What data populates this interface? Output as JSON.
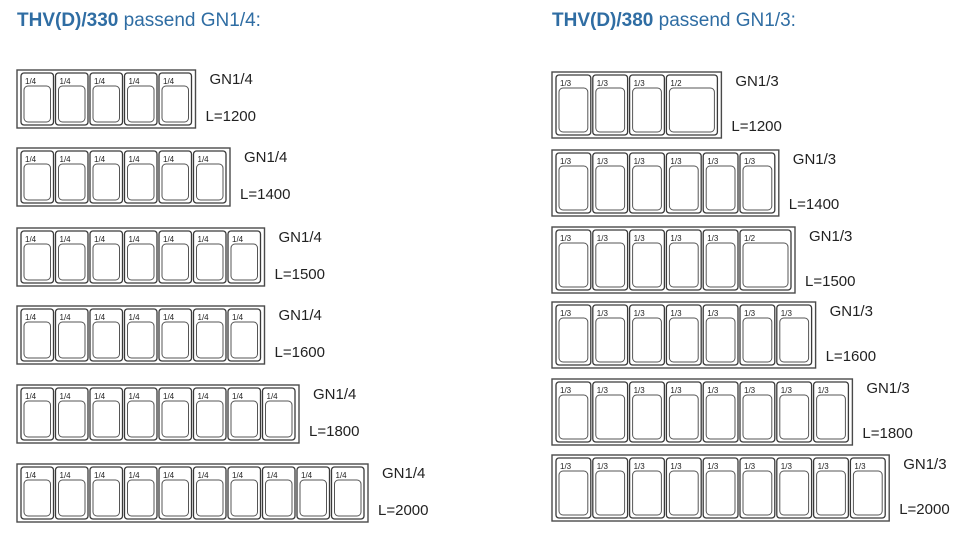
{
  "columns": [
    {
      "heading_model": "THV(D)/330",
      "heading_rest": " passend GN1/4:",
      "rows": [
        {
          "pans": [
            "1/4",
            "1/4",
            "1/4",
            "1/4",
            "1/4"
          ],
          "size_label": "GN1/4",
          "length_label": "L=1200"
        },
        {
          "pans": [
            "1/4",
            "1/4",
            "1/4",
            "1/4",
            "1/4",
            "1/4"
          ],
          "size_label": "GN1/4",
          "length_label": "L=1400"
        },
        {
          "pans": [
            "1/4",
            "1/4",
            "1/4",
            "1/4",
            "1/4",
            "1/4",
            "1/4"
          ],
          "size_label": "GN1/4",
          "length_label": "L=1500"
        },
        {
          "pans": [
            "1/4",
            "1/4",
            "1/4",
            "1/4",
            "1/4",
            "1/4",
            "1/4"
          ],
          "size_label": "GN1/4",
          "length_label": "L=1600"
        },
        {
          "pans": [
            "1/4",
            "1/4",
            "1/4",
            "1/4",
            "1/4",
            "1/4",
            "1/4",
            "1/4"
          ],
          "size_label": "GN1/4",
          "length_label": "L=1800"
        },
        {
          "pans": [
            "1/4",
            "1/4",
            "1/4",
            "1/4",
            "1/4",
            "1/4",
            "1/4",
            "1/4",
            "1/4",
            "1/4"
          ],
          "size_label": "GN1/4",
          "length_label": "L=2000"
        }
      ]
    },
    {
      "heading_model": "THV(D)/380",
      "heading_rest": " passend GN1/3:",
      "rows": [
        {
          "pans": [
            "1/3",
            "1/3",
            "1/3",
            "1/2"
          ],
          "size_label": "GN1/3",
          "length_label": "L=1200"
        },
        {
          "pans": [
            "1/3",
            "1/3",
            "1/3",
            "1/3",
            "1/3",
            "1/3"
          ],
          "size_label": "GN1/3",
          "length_label": "L=1400"
        },
        {
          "pans": [
            "1/3",
            "1/3",
            "1/3",
            "1/3",
            "1/3",
            "1/2"
          ],
          "size_label": "GN1/3",
          "length_label": "L=1500"
        },
        {
          "pans": [
            "1/3",
            "1/3",
            "1/3",
            "1/3",
            "1/3",
            "1/3",
            "1/3"
          ],
          "size_label": "GN1/3",
          "length_label": "L=1600"
        },
        {
          "pans": [
            "1/3",
            "1/3",
            "1/3",
            "1/3",
            "1/3",
            "1/3",
            "1/3",
            "1/3"
          ],
          "size_label": "GN1/3",
          "length_label": "L=1800"
        },
        {
          "pans": [
            "1/3",
            "1/3",
            "1/3",
            "1/3",
            "1/3",
            "1/3",
            "1/3",
            "1/3",
            "1/3"
          ],
          "size_label": "GN1/3",
          "length_label": "L=2000"
        }
      ]
    }
  ]
}
